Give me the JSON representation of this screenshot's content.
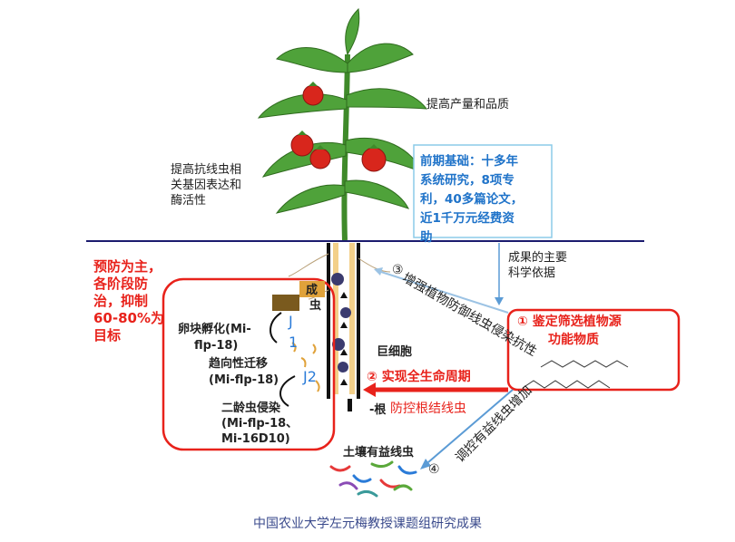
{
  "labels": {
    "yield_quality": "提高产量和品质",
    "gene_expression": [
      "提高抗线虫相",
      "关基因表达和",
      "酶活性"
    ],
    "foundation": [
      "前期基础：十多年",
      "系统研究，8项专",
      "利，40多篇论文，",
      "近1千万元经费资",
      "助"
    ],
    "prevention": [
      "预防为主，",
      "各阶段防",
      "治，抑制",
      "60-80%为",
      "目标"
    ],
    "adult": [
      "成",
      "虫"
    ],
    "egg_hatch": [
      "卵块孵化(Mi-",
      "flp-18)"
    ],
    "migration": [
      "趋向性迁移",
      "(Mi-flp-18)"
    ],
    "j2_infect": [
      "二龄虫侵染",
      "(Mi-flp-18、",
      "Mi-16D10)"
    ],
    "stage_j": "J",
    "stage_1": "1",
    "stage_j2": "J2",
    "giant_cell": "巨细胞",
    "root": "根",
    "scientific_basis": [
      "成果的主要",
      "科学依据"
    ],
    "step3_num": "③",
    "step3_text": "增强植物防御线虫侵染抗性",
    "step1_num": "①",
    "step1_text": [
      "鉴定筛选植物源",
      "功能物质"
    ],
    "step2_num": "②",
    "step2_text": "实现全生命周期",
    "step2_sub": "防控根结线虫",
    "step4_num": "④",
    "step4_text": "调控有益线虫增加",
    "soil_nematode": "土壤有益线虫",
    "caption": "中国农业大学左元梅教授课题组研究成果"
  },
  "colors": {
    "ground_line": "#1b1b6e",
    "red": "#e8221b",
    "blue": "#1f73c9",
    "arrow_blue": "#5b9bd5",
    "caption": "#3a4a8c"
  }
}
